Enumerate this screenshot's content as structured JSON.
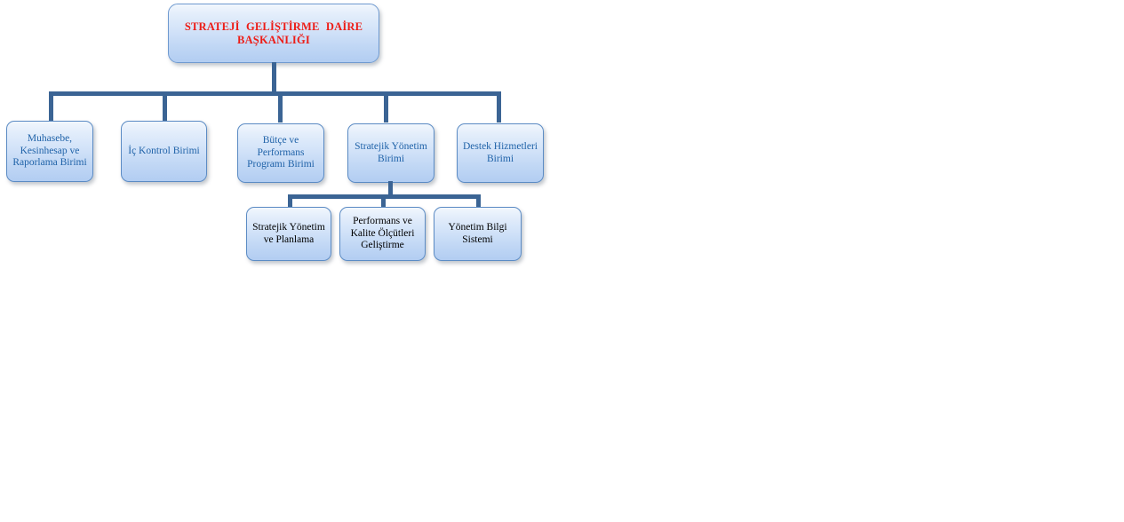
{
  "chart_data": {
    "type": "diagram",
    "diagram_type": "organization-chart",
    "title": "STRATEJİ  GELİŞTİRME  DAİRE BAŞKANLIĞI",
    "orientation": "top-down",
    "levels": 3,
    "colors": {
      "root_text": "#ED1C16",
      "unit_text": "#1F62A8",
      "sub_text": "#000000",
      "connector": "#3B6494",
      "box_border": "#5B8BC4",
      "box_fill_top": "#f2f7fd",
      "box_fill_bottom": "#b2cdf2",
      "background": "#FFFFFF"
    },
    "nodes": [
      {
        "id": "root",
        "level": 0,
        "label": "STRATEJİ  GELİŞTİRME  DAİRE BAŞKANLIĞI",
        "parent": null
      },
      {
        "id": "u1",
        "level": 1,
        "label": "Muhasebe, Kesinhesap ve Raporlama Birimi",
        "parent": "root"
      },
      {
        "id": "u2",
        "level": 1,
        "label": "İç Kontrol Birimi",
        "parent": "root"
      },
      {
        "id": "u3",
        "level": 1,
        "label": "Bütçe ve Performans Programı Birimi",
        "parent": "root"
      },
      {
        "id": "u4",
        "level": 1,
        "label": "Stratejik Yönetim Birimi",
        "parent": "root"
      },
      {
        "id": "u5",
        "level": 1,
        "label": "Destek Hizmetleri Birimi",
        "parent": "root"
      },
      {
        "id": "s1",
        "level": 2,
        "label": "Stratejik Yönetim ve Planlama",
        "parent": "u4"
      },
      {
        "id": "s2",
        "level": 2,
        "label": "Performans ve Kalite Ölçütleri Geliştirme",
        "parent": "u4"
      },
      {
        "id": "s3",
        "level": 2,
        "label": "Yönetim Bilgi Sistemi",
        "parent": "u4"
      }
    ]
  },
  "chart": {
    "root": {
      "label": "STRATEJİ  GELİŞTİRME  DAİRE BAŞKANLIĞI"
    },
    "units": [
      {
        "label": "Muhasebe, Kesinhesap ve Raporlama Birimi"
      },
      {
        "label": "İç Kontrol Birimi"
      },
      {
        "label": "Bütçe ve Performans Programı Birimi"
      },
      {
        "label": "Stratejik Yönetim Birimi"
      },
      {
        "label": "Destek Hizmetleri Birimi"
      }
    ],
    "subunits": [
      {
        "label": "Stratejik Yönetim ve Planlama"
      },
      {
        "label": "Performans ve Kalite Ölçütleri Geliştirme"
      },
      {
        "label": "Yönetim Bilgi Sistemi"
      }
    ]
  }
}
